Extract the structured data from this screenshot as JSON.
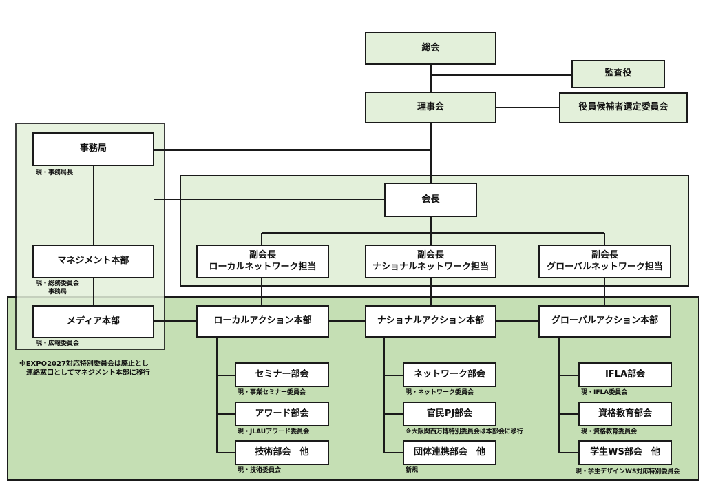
{
  "colors": {
    "light_green": "#e3f0da",
    "mid_green": "#c5dfb4",
    "line": "#1a1a1a"
  },
  "boxes": {
    "general_assembly": "総会",
    "auditor": "監査役",
    "board": "理事会",
    "nomination_committee": "役員候補者選定委員会",
    "secretariat": "事務局",
    "president": "会長",
    "management_hq": "マネジメント本部",
    "media_hq": "メディア本部",
    "vp_local": "副会長\nローカルネットワーク担当",
    "vp_national": "副会長\nナショナルネットワーク担当",
    "vp_global": "副会長\nグローバルネットワーク担当",
    "local_action_hq": "ローカルアクション本部",
    "national_action_hq": "ナショナルアクション本部",
    "global_action_hq": "グローバルアクション本部",
    "seminar": "セミナー部会",
    "award": "アワード部会",
    "technical": "技術部会　他",
    "network": "ネットワーク部会",
    "public_private": "官民PJ部会",
    "org_collab": "団体連携部会　他",
    "ifla": "IFLA部会",
    "qualification": "資格教育部会",
    "student_ws": "学生WS部会　他"
  },
  "notes": {
    "secretariat": "現・事務局長",
    "management": "現・総務委員会\n　　事務局",
    "media": "現・広報委員会",
    "expo": "※EXPO2027対応特別委員会は廃止とし\n　連絡窓口としてマネジメント本部に移行",
    "seminar": "現・事業セミナー委員会",
    "award": "現・JLAUアワード委員会",
    "technical": "現・技術委員会",
    "network": "現・ネットワーク委員会",
    "public_private": "※大阪関西万博特別委員会は本部会に移行",
    "org_collab": "新規",
    "ifla": "現・IFLA委員会",
    "qualification": "現・資格教育委員会",
    "student_ws": "現・学生デザインWS対応特別委員会"
  }
}
